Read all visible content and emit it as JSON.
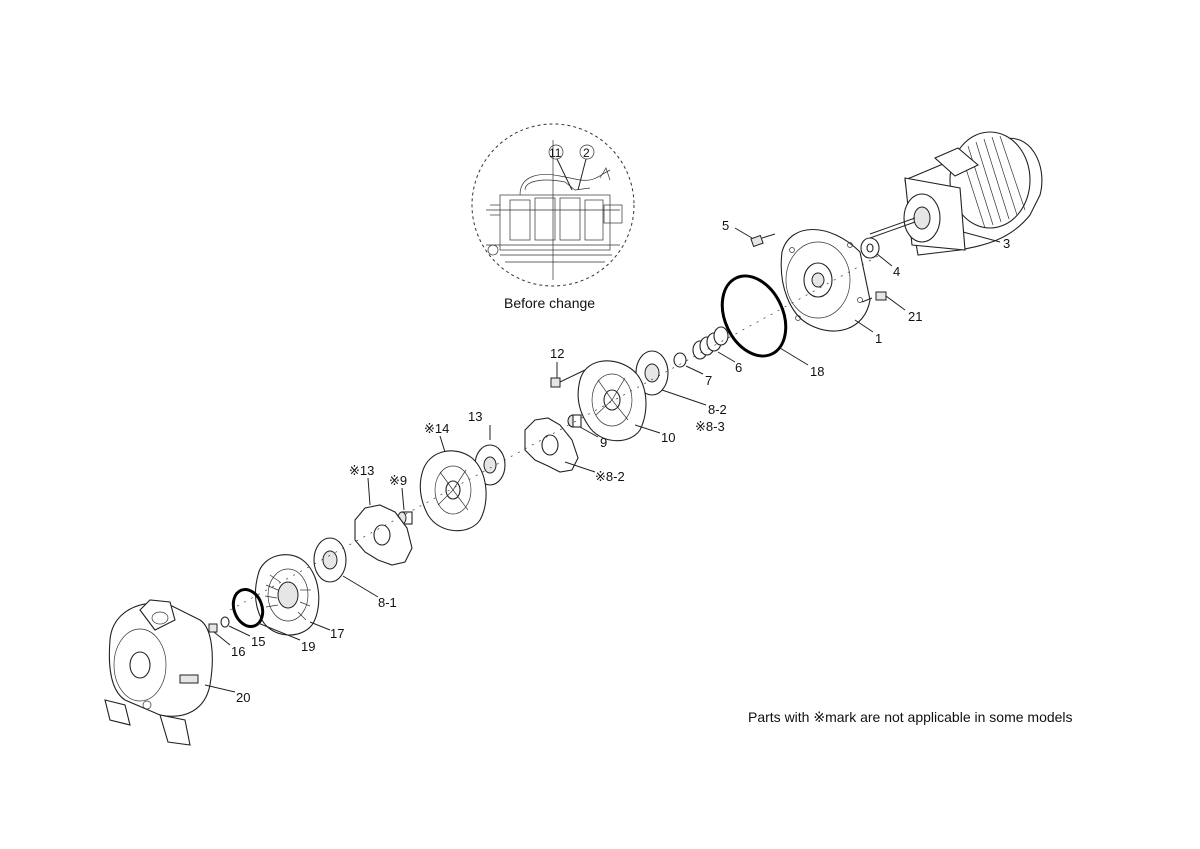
{
  "inset": {
    "caption": "Before change",
    "labels": [
      "11",
      "2"
    ]
  },
  "callouts": [
    {
      "id": "c5",
      "text": "5"
    },
    {
      "id": "c4",
      "text": "4"
    },
    {
      "id": "c3",
      "text": "3"
    },
    {
      "id": "c21",
      "text": "21"
    },
    {
      "id": "c1",
      "text": "1"
    },
    {
      "id": "c18",
      "text": "18"
    },
    {
      "id": "c6",
      "text": "6"
    },
    {
      "id": "c7",
      "text": "7"
    },
    {
      "id": "c12",
      "text": "12"
    },
    {
      "id": "c8_2a",
      "text": "8-2"
    },
    {
      "id": "c8_3",
      "text": "※8-3"
    },
    {
      "id": "c10",
      "text": "10"
    },
    {
      "id": "c9a",
      "text": "9"
    },
    {
      "id": "c8_2b",
      "text": "※8-2"
    },
    {
      "id": "c13a",
      "text": "13"
    },
    {
      "id": "c14",
      "text": "※14"
    },
    {
      "id": "c13b",
      "text": "※13"
    },
    {
      "id": "c9b",
      "text": "※9"
    },
    {
      "id": "c8_1",
      "text": "8-1"
    },
    {
      "id": "c17",
      "text": "17"
    },
    {
      "id": "c19",
      "text": "19"
    },
    {
      "id": "c15",
      "text": "15"
    },
    {
      "id": "c16",
      "text": "16"
    },
    {
      "id": "c20",
      "text": "20"
    }
  ],
  "note": "Parts with ※mark are not applicable in some models"
}
